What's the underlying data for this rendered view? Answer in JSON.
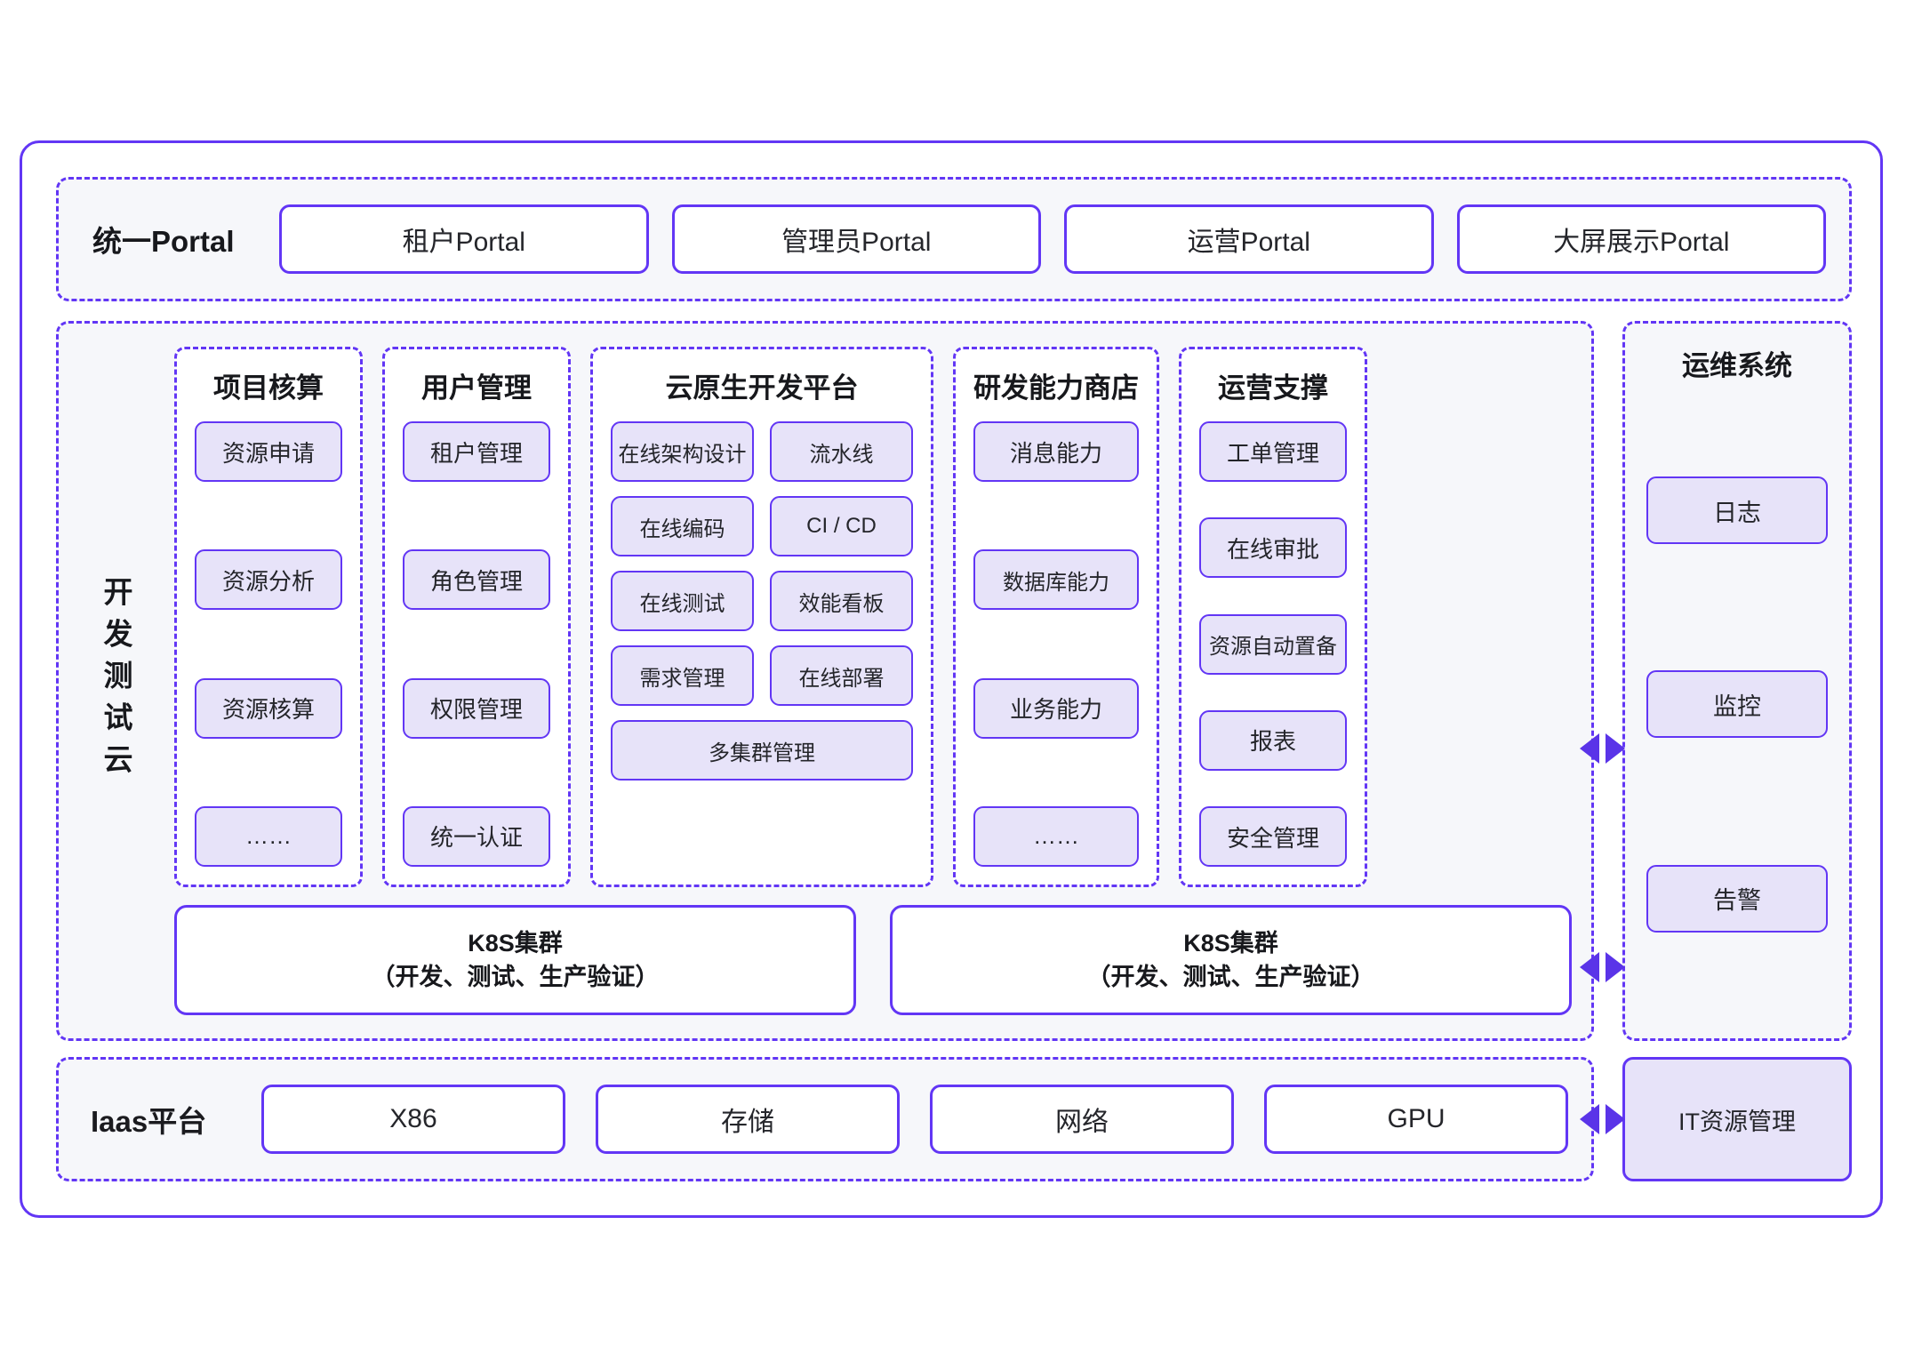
{
  "portal": {
    "label": "统一Portal",
    "items": [
      "租户Portal",
      "管理员Portal",
      "运营Portal",
      "大屏展示Portal"
    ]
  },
  "dev_test_cloud": {
    "label": "开发测试云",
    "columns": [
      {
        "title": "项目核算",
        "items": [
          "资源申请",
          "资源分析",
          "资源核算",
          "……"
        ]
      },
      {
        "title": "用户管理",
        "items": [
          "租户管理",
          "角色管理",
          "权限管理",
          "统一认证"
        ]
      },
      {
        "title": "云原生开发平台",
        "items": [
          "在线架构设计",
          "流水线",
          "在线编码",
          "CI / CD",
          "在线测试",
          "效能看板",
          "需求管理",
          "在线部署",
          "多集群管理"
        ]
      },
      {
        "title": "研发能力商店",
        "items": [
          "消息能力",
          "数据库能力",
          "业务能力",
          "……"
        ]
      },
      {
        "title": "运营支撑",
        "items": [
          "工单管理",
          "在线审批",
          "资源自动置备",
          "报表",
          "安全管理"
        ]
      }
    ],
    "clusters": [
      {
        "line1": "K8S集群",
        "line2": "（开发、测试、生产验证）"
      },
      {
        "line1": "K8S集群",
        "line2": "（开发、测试、生产验证）"
      }
    ]
  },
  "ops_system": {
    "title": "运维系统",
    "items": [
      "日志",
      "监控",
      "告警"
    ]
  },
  "iaas": {
    "label": "Iaas平台",
    "items": [
      "X86",
      "存储",
      "网络",
      "GPU"
    ]
  },
  "it_resource": {
    "label": "IT资源管理"
  },
  "connectors": {
    "left_arrow": "left-triangle",
    "right_arrow": "right-triangle"
  },
  "colors": {
    "accent": "#6236f5",
    "chip_fill": "#e7e3f9",
    "section_fill": "#f6f7fa",
    "arrow": "#5a34e8"
  }
}
